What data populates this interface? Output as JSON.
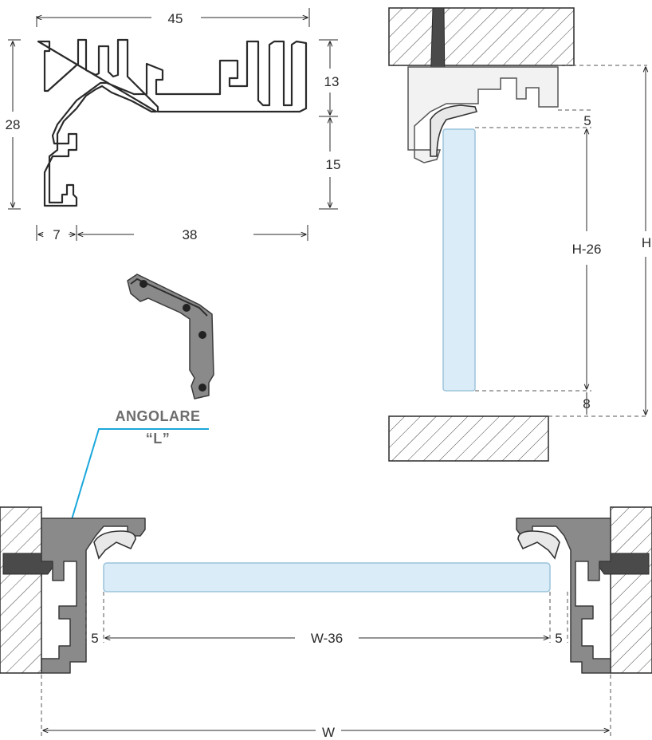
{
  "profile_dimensions": {
    "width_total": "45",
    "height_total": "28",
    "height_upper": "13",
    "height_lower": "15",
    "width_left": "7",
    "width_right": "38"
  },
  "vertical_section": {
    "top_gap": "5",
    "glass_height": "H-26",
    "bottom_gap": "8",
    "total_height": "H"
  },
  "callout": {
    "line1": "ANGOLARE",
    "line2": "“L”"
  },
  "horizontal_section": {
    "left_gap": "5",
    "glass_width": "W-36",
    "right_gap": "5",
    "total_width": "W"
  },
  "colors": {
    "glass": "#d9ecf7",
    "aluminium": "#8a8a8a",
    "callout_line": "#1aa7dc",
    "callout_text": "#6d6d6d"
  }
}
